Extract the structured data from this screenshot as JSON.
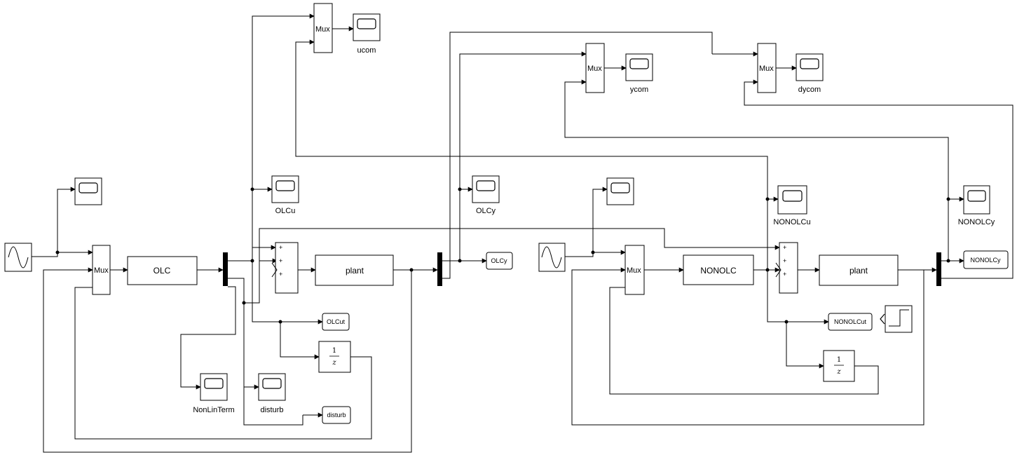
{
  "left_system": {
    "mux_main": "Mux",
    "controller": "OLC",
    "plant": "plant",
    "sum_signs": [
      "+",
      "+",
      "+"
    ],
    "scope_u_label": "OLCu",
    "scope_y_label": "OLCy",
    "scope_nonlin_label": "NonLinTerm",
    "scope_disturb_label": "disturb",
    "out_y": "OLCy",
    "out_ut": "OLCut",
    "out_disturb": "disturb",
    "delay_num": "1",
    "delay_den": "z"
  },
  "right_system": {
    "mux_main": "Mux",
    "controller": "NONOLC",
    "plant": "plant",
    "sum_signs": [
      "+",
      "+",
      "+"
    ],
    "scope_u_label": "NONOLCu",
    "scope_y_label": "NONOLCy",
    "out_y": "NONOLCy",
    "out_ut": "NONOLCut",
    "delay_num": "1",
    "delay_den": "z"
  },
  "compare": {
    "mux_u": "Mux",
    "mux_y": "Mux",
    "mux_dy": "Mux",
    "scope_u_label": "ucom",
    "scope_y_label": "ycom",
    "scope_dy_label": "dycom"
  },
  "icons": {
    "source": "sine-wave-icon",
    "scope": "scope-screen-icon",
    "step": "step-icon"
  }
}
